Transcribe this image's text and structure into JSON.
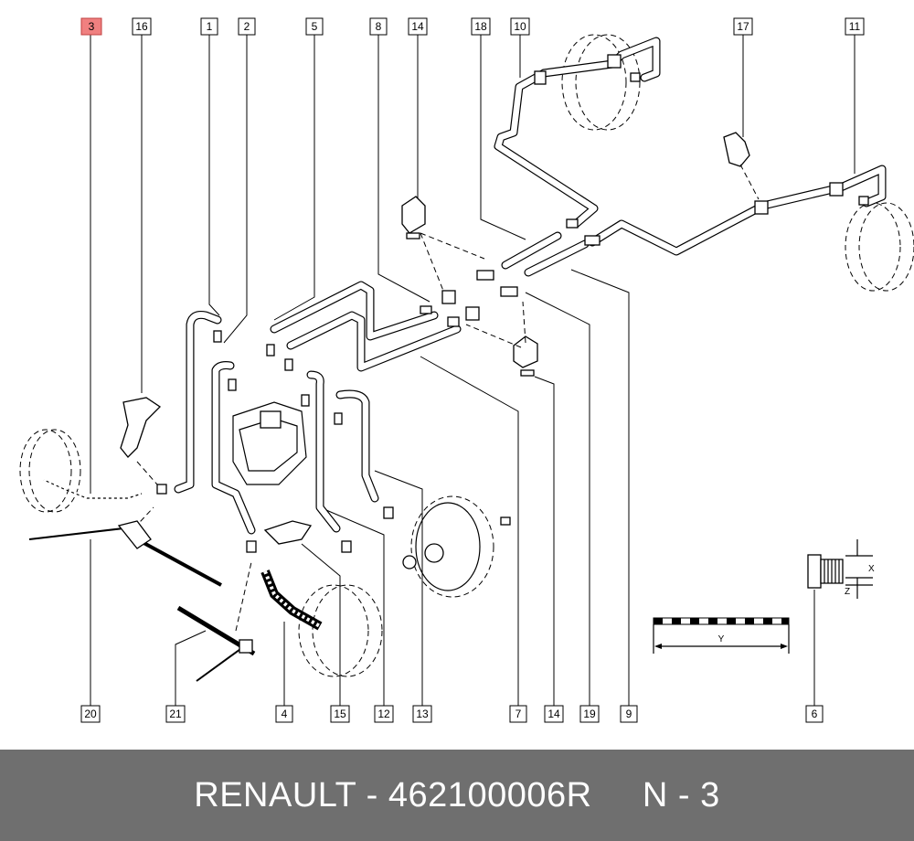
{
  "callouts_top": [
    "3",
    "16",
    "1",
    "2",
    "5",
    "8",
    "14",
    "18",
    "10",
    "17",
    "11"
  ],
  "callouts_bottom": [
    "20",
    "21",
    "4",
    "15",
    "12",
    "13",
    "7",
    "14",
    "19",
    "9",
    "6"
  ],
  "highlighted_callout": "3",
  "dimension_labels": {
    "x": "X",
    "z": "Z",
    "y": "Y"
  },
  "footer": {
    "brand": "RENAULT",
    "separator": " - ",
    "part_number": "462100006R",
    "gap": "     ",
    "item": "N - 3"
  },
  "colors": {
    "highlight": "#f08080",
    "footer_bg": "#6f6f6f",
    "footer_text": "#ffffff"
  }
}
